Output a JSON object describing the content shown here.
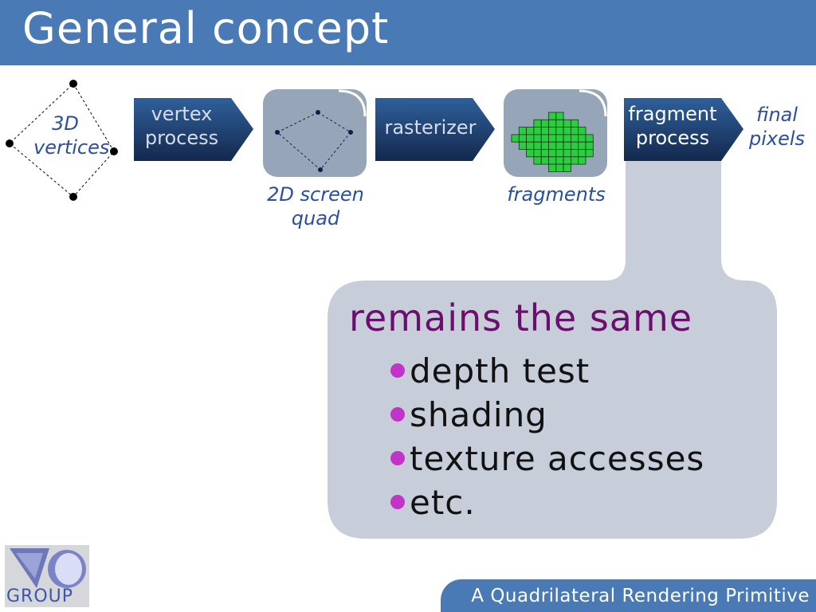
{
  "slide": {
    "title": "General concept",
    "footer": "A Quadrilateral Rendering Primitive"
  },
  "pipeline": {
    "input_label": "3D vertices",
    "stages": [
      {
        "label_line1": "vertex",
        "label_line2": "process"
      },
      {
        "label": "rasterizer"
      },
      {
        "label_line1": "fragment",
        "label_line2": "process"
      }
    ],
    "intermediate": [
      {
        "label_line1": "2D screen",
        "label_line2": "quad"
      },
      {
        "label": "fragments"
      }
    ],
    "output": {
      "label_line1": "final",
      "label_line2": "pixels"
    }
  },
  "callout": {
    "heading": "remains the same",
    "items": [
      "depth test",
      "shading",
      "texture accesses",
      "etc."
    ]
  },
  "logo": {
    "text": "GROUP"
  },
  "colors": {
    "title_bar": "#4a7ab5",
    "arrow_dark": "#16325e",
    "arrow_light": "#2f5f9b",
    "tile": "#97a5b9",
    "callout": "#c7ced9",
    "heading": "#6b0e6e",
    "bullet": "#c233c8",
    "fragment_cells": "#2ecc40"
  }
}
